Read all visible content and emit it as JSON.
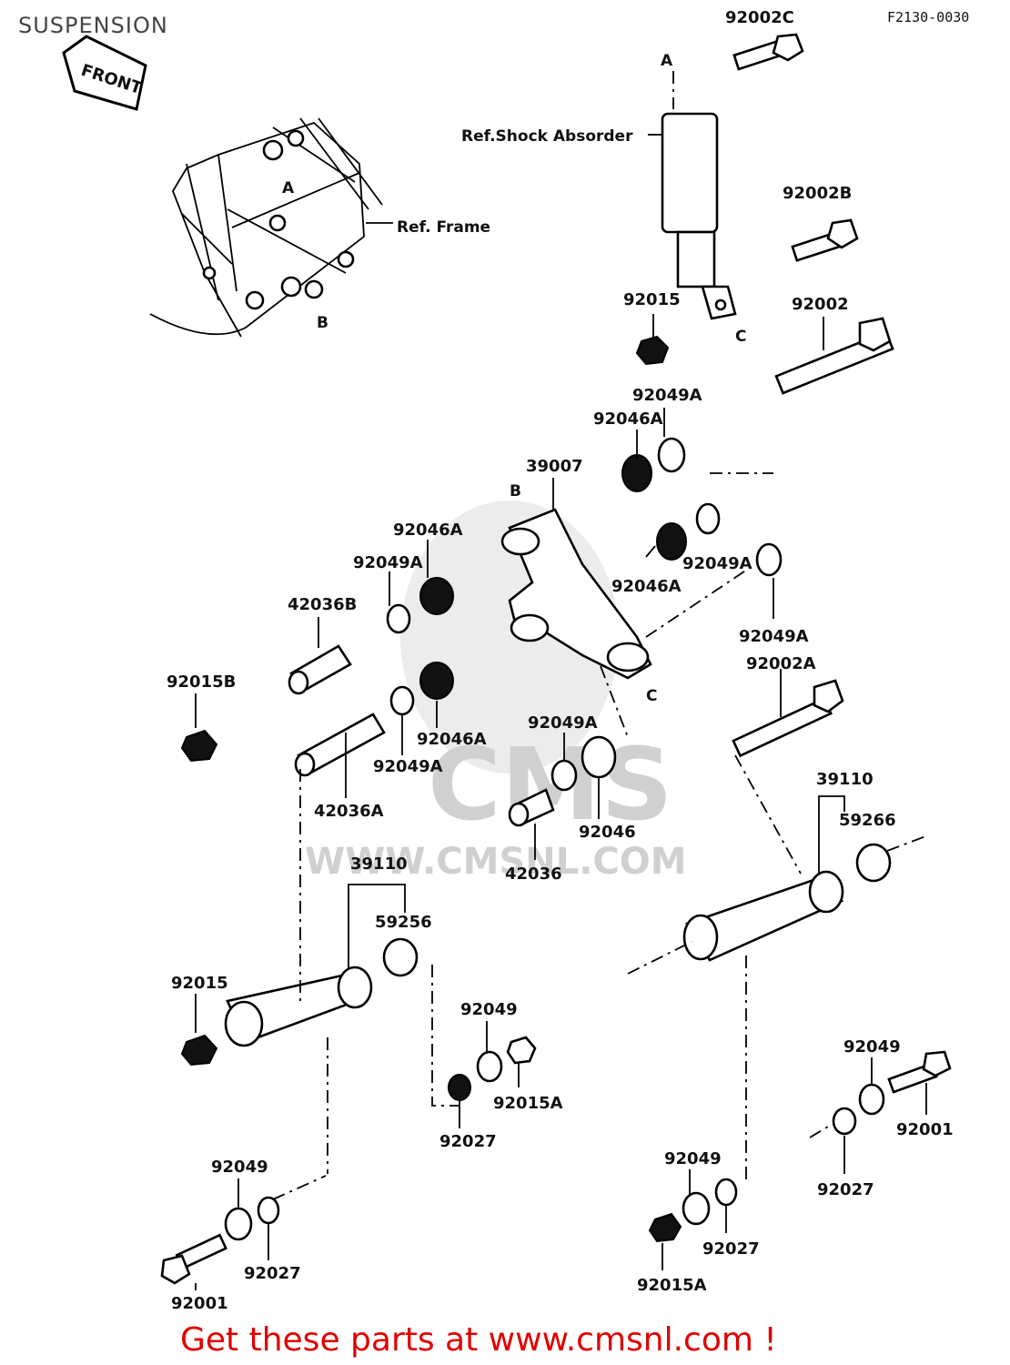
{
  "title": "SUSPENSION",
  "diagram_code": "F2130-0030",
  "front_label": "FRONT",
  "watermark": {
    "logo": "CMS",
    "url": "WWW.CMSNL.COM"
  },
  "refs": {
    "shock": "Ref.Shock Absorder",
    "frame": "Ref. Frame",
    "a_top": "A",
    "a_frame": "A",
    "b_frame": "B",
    "b_link": "B",
    "c_shock": "C",
    "c_link": "C"
  },
  "labels": {
    "p92002C": "92002C",
    "p92002B": "92002B",
    "p92015": "92015",
    "p92002": "92002",
    "p92049A_1": "92049A",
    "p92046A_1": "92046A",
    "p39007": "39007",
    "p92046A_2": "92046A",
    "p92049A_2": "92049A",
    "p92046A_3": "92046A",
    "p92049A_3": "92049A",
    "p92049A_4": "92049A",
    "p42036B": "42036B",
    "p92002A": "92002A",
    "p92015B": "92015B",
    "p92046A_4": "92046A",
    "p92049A_5": "92049A",
    "p42036A": "42036A",
    "p92049A_6": "92049A",
    "p92046": "92046",
    "p42036": "42036",
    "p39110_R": "39110",
    "p59266": "59266",
    "p39110_L": "39110",
    "p59256": "59256",
    "p92015_2": "92015",
    "p92049_1": "92049",
    "p92015A_1": "92015A",
    "p92027_1": "92027",
    "p92049_2": "92049",
    "p92001_R": "92001",
    "p92027_2": "92027",
    "p92049_3": "92049",
    "p92027_3": "92027",
    "p92015A_2": "92015A",
    "p92049_4": "92049",
    "p92027_4": "92027",
    "p92001_L": "92001"
  },
  "promo": "Get these parts at www.cmsnl.com !"
}
